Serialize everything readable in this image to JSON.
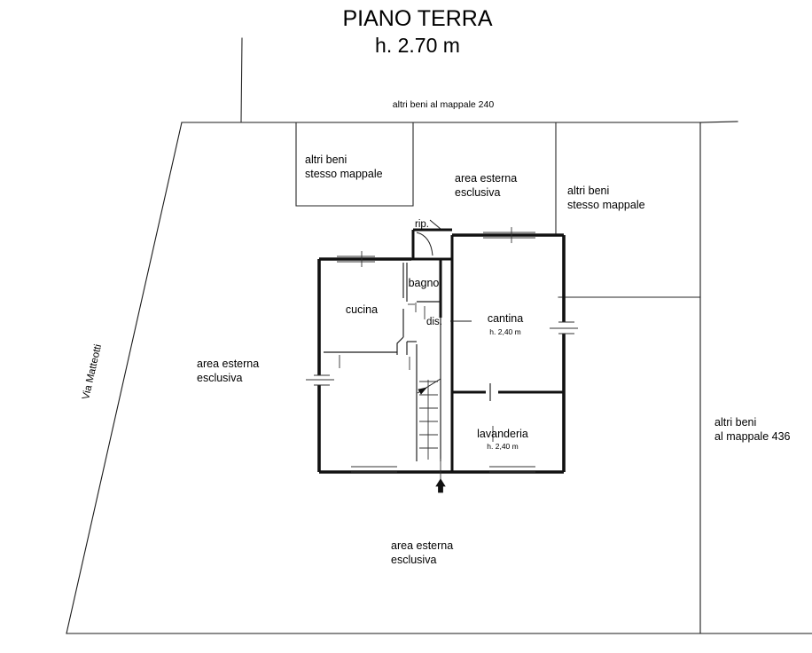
{
  "document": {
    "title": "PIANO TERRA",
    "subtitle": "h. 2.70 m",
    "type": "architectural-floor-plan",
    "language": "it"
  },
  "annotations": {
    "top_parcel_note": "altri beni al mappale 240",
    "street_label": "Via Matteotti",
    "parcels": [
      {
        "id": "altri-beni-stesso-mappale-top",
        "line1": "altri beni",
        "line2": "stesso mappale"
      },
      {
        "id": "altri-beni-stesso-mappale-right",
        "line1": "altri beni",
        "line2": "stesso mappale"
      },
      {
        "id": "altri-beni-al-mappale-436",
        "line1": "altri beni",
        "line2": "al mappale 436"
      }
    ],
    "exterior_areas": [
      {
        "id": "area-esterna-nord",
        "line1": "area esterna",
        "line2": "esclusiva"
      },
      {
        "id": "area-esterna-ovest",
        "line1": "area esterna",
        "line2": "esclusiva"
      },
      {
        "id": "area-esterna-sud",
        "line1": "area esterna",
        "line2": "esclusiva"
      }
    ]
  },
  "rooms": [
    {
      "id": "cucina",
      "label": "cucina",
      "height_note": ""
    },
    {
      "id": "bagno",
      "label": "bagno",
      "height_note": ""
    },
    {
      "id": "disimpegno",
      "label": "dis.",
      "height_note": ""
    },
    {
      "id": "ripostiglio",
      "label": "rip.",
      "height_note": ""
    },
    {
      "id": "cantina",
      "label": "cantina",
      "height_note": "h. 2,40 m"
    },
    {
      "id": "lavanderia",
      "label": "lavanderia",
      "height_note": "h. 2,40 m"
    }
  ],
  "symbols": {
    "entrance_arrow": "arrow-up",
    "stair_direction": "arrow-up"
  },
  "colors": {
    "paper": "#ffffff",
    "ink": "#111111",
    "boundary": "#1a1a1a",
    "hairline": "#333333"
  }
}
